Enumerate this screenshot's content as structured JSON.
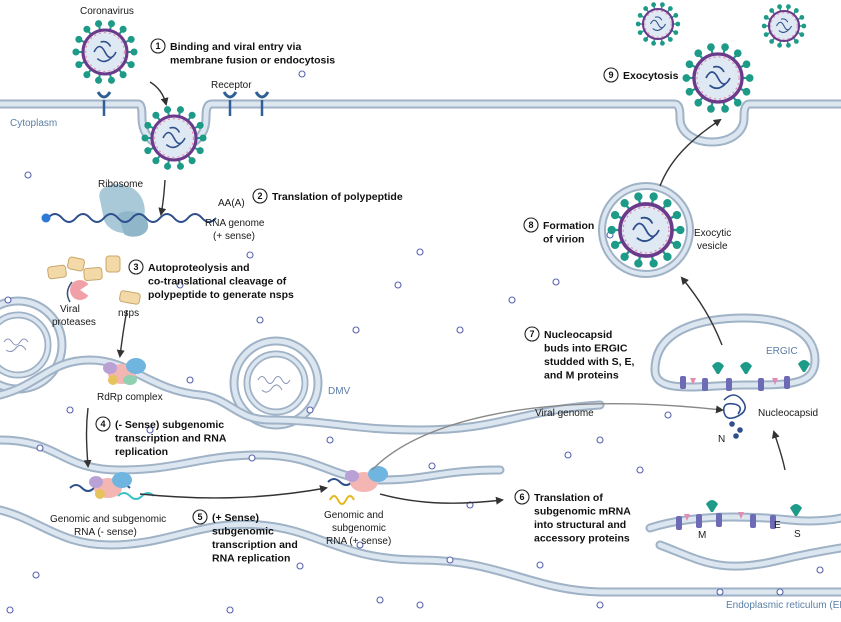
{
  "labels": {
    "coronavirus": "Coronavirus",
    "receptor": "Receptor",
    "cytoplasm": "Cytoplasm",
    "ribosome": "Ribosome",
    "polya": "AA(A)",
    "rna_genome_1": "RNA genome",
    "rna_genome_2": "(+ sense)",
    "viral_proteases_1": "Viral",
    "viral_proteases_2": "proteases",
    "nsps": "nsps",
    "rdrp": "RdRp complex",
    "dmv": "DMV",
    "genomic_minus_1": "Genomic and subgenomic",
    "genomic_minus_2": "RNA (- sense)",
    "genomic_plus_1": "Genomic and",
    "genomic_plus_2": "subgenomic",
    "genomic_plus_3": "RNA (+ sense)",
    "viral_genome": "Viral genome",
    "nucleocapsid": "Nucleocapsid",
    "n": "N",
    "ergic": "ERGIC",
    "exocytic_1": "Exocytic",
    "exocytic_2": "vesicle",
    "m": "M",
    "e": "E",
    "s": "S",
    "er": "Endoplasmic reticulum (ER)"
  },
  "steps": [
    {
      "num": "1",
      "lines": [
        "Binding and viral entry via",
        "membrane fusion or endocytosis"
      ]
    },
    {
      "num": "2",
      "lines": [
        "Translation of polypeptide"
      ]
    },
    {
      "num": "3",
      "lines": [
        "Autoproteolysis and",
        "co-translational cleavage of",
        "polypeptide to generate nsps"
      ]
    },
    {
      "num": "4",
      "lines": [
        "(- Sense) subgenomic",
        "transcription and RNA",
        "replication"
      ]
    },
    {
      "num": "5",
      "lines": [
        "(+ Sense)",
        "subgenomic",
        "transcription and",
        "RNA replication"
      ]
    },
    {
      "num": "6",
      "lines": [
        "Translation of",
        "subgenomic mRNA",
        "into structural and",
        "accessory proteins"
      ]
    },
    {
      "num": "7",
      "lines": [
        "Nucleocapsid",
        "buds into ERGIC",
        "studded with S, E,",
        "and M proteins"
      ]
    },
    {
      "num": "8",
      "lines": [
        "Formation",
        "of virion"
      ]
    },
    {
      "num": "9",
      "lines": [
        "Exocytosis"
      ]
    }
  ],
  "colors": {
    "membrane": "#c9d6e3",
    "membrane_edge": "#9fb2c6",
    "spike": "#1e9a88",
    "envelope": "#6b3a8a",
    "rna": "#2e4f8c",
    "ribosome": "#a9c8d8",
    "vesicle_dot": "#5a64b0",
    "protein_m": "#6d6bb5",
    "protein_e": "#e48bb3"
  }
}
